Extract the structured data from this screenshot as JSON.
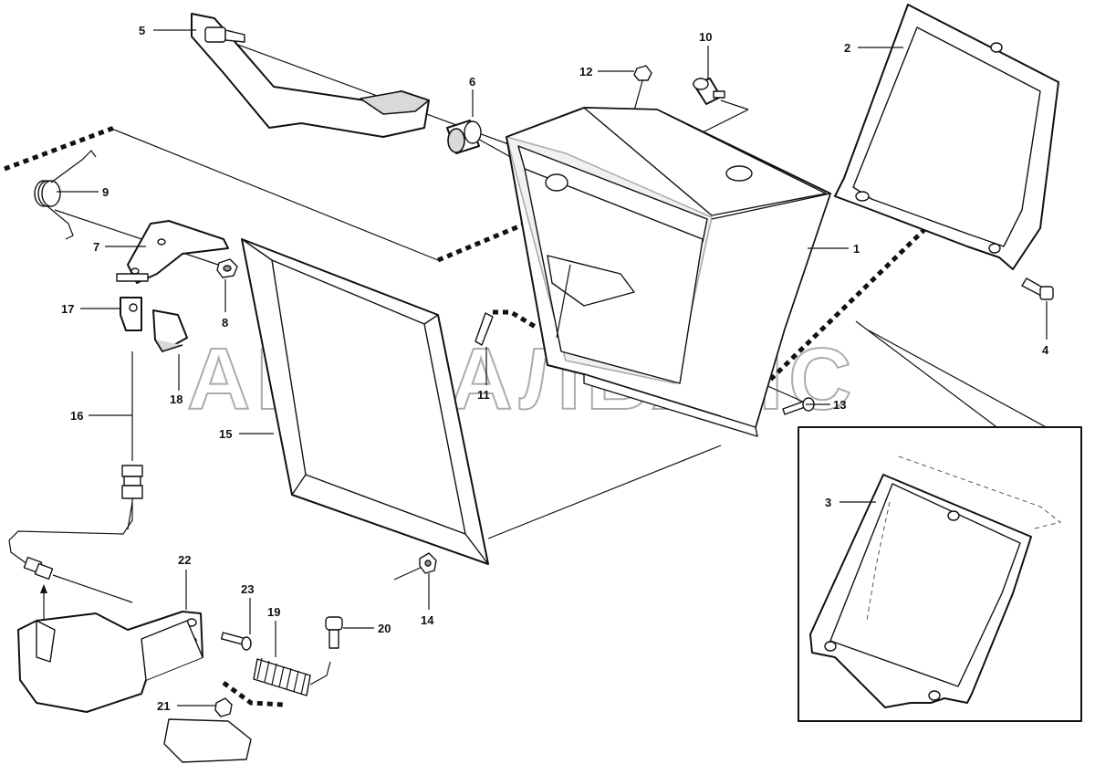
{
  "watermark": "АВТОАЛЬЯНС",
  "callouts": {
    "c1": "1",
    "c2": "2",
    "c3": "3",
    "c4": "4",
    "c5": "5",
    "c6": "6",
    "c7": "7",
    "c8": "8",
    "c9": "9",
    "c10": "10",
    "c11": "11",
    "c12": "12",
    "c13": "13",
    "c14": "14",
    "c15": "15",
    "c16": "16",
    "c17": "17",
    "c18": "18",
    "c19": "19",
    "c20": "20",
    "c21": "21",
    "c22": "22",
    "c23": "23"
  }
}
